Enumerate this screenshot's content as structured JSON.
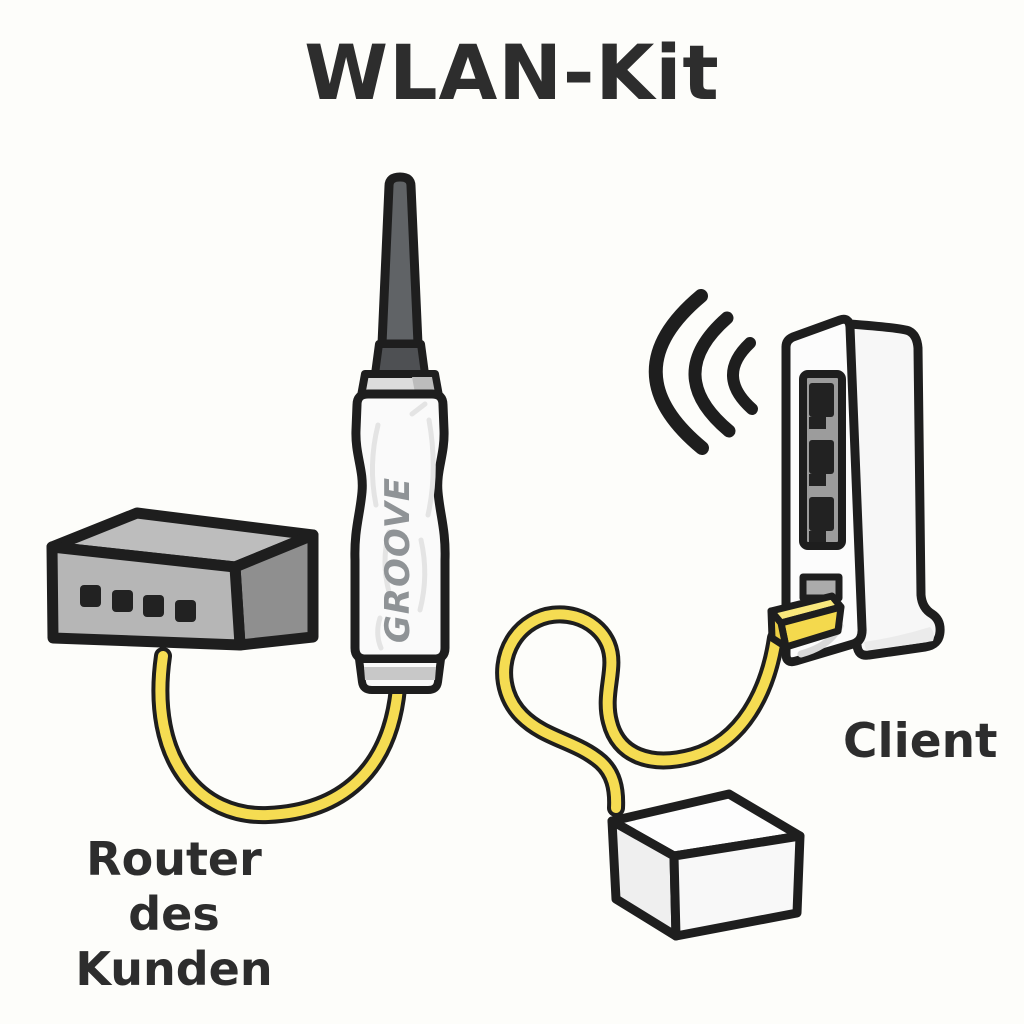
{
  "diagram": {
    "title": "WLAN-Kit",
    "labels": {
      "router_line1": "Router",
      "router_line2": "des Kunden",
      "client": "Client",
      "device": "GROOVE"
    },
    "colors": {
      "background": "#fdfdfa",
      "outline": "#1e1e1e",
      "text": "#2d2d2d",
      "cable_yellow": "#f5dc52",
      "router_front": "#b6b6b6",
      "router_top": "#bdbdbd",
      "router_side": "#8f8f8f",
      "port_dark": "#222222",
      "antenna_gray": "#606366",
      "antenna_step": "#4e5053",
      "collar_light": "#dcdcdc",
      "collar_shade": "#bcbcbc",
      "device_white": "#fafafa",
      "device_streak": "#e4e4e4",
      "device_text": "#8f9396",
      "cap_band": "#c8c8c8",
      "client_front": "#fcfcfc",
      "client_side": "#f7f7f7",
      "client_shade": "#ebebeb",
      "panel_gray": "#9c9c9c",
      "slot_gray": "#ababab",
      "plug_yellow": "#f4d94d",
      "plug_top": "#f9e87d",
      "plug_side": "#eccf45",
      "box_top": "#fdfdfd",
      "box_left": "#efefef",
      "box_right": "#f8f8f8"
    }
  }
}
